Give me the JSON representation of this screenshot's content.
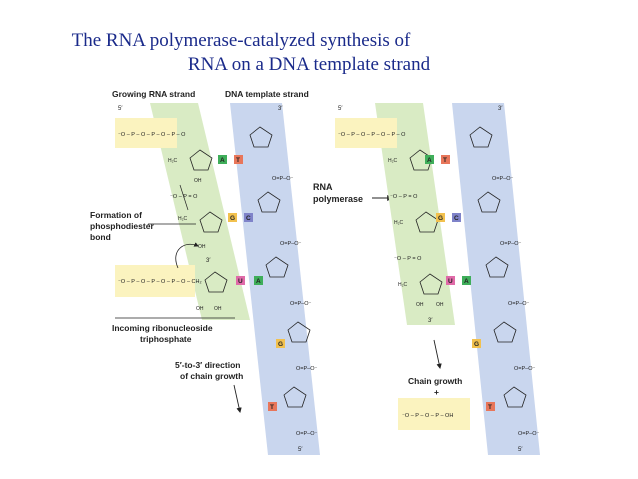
{
  "title": {
    "line1": "The RNA polymerase-catalyzed synthesis of",
    "line2": "RNA on a DNA template strand"
  },
  "labels": {
    "growing_rna": "Growing RNA strand",
    "dna_template": "DNA template strand",
    "formation_1": "Formation of",
    "formation_2": "phosphodiester",
    "formation_3": "bond",
    "incoming_1": "Incoming ribonucleoside",
    "incoming_2": "triphosphate",
    "direction_1": "5′-to-3′ direction",
    "direction_2": "of chain growth",
    "rna_pol_1": "RNA",
    "rna_pol_2": "polymerase",
    "chain_growth_1": "Chain growth",
    "chain_growth_2": "+",
    "five_prime": "5′",
    "three_prime": "3′"
  },
  "bases_left": [
    {
      "rna": "A",
      "dna": "T"
    },
    {
      "rna": "G",
      "dna": "C"
    },
    {
      "rna": "U",
      "dna": "A"
    }
  ],
  "bases_left_dna_only": [
    "G",
    "T"
  ],
  "bases_right": [
    {
      "rna": "A",
      "dna": "T"
    },
    {
      "rna": "G",
      "dna": "C"
    },
    {
      "rna": "U",
      "dna": "A"
    }
  ],
  "bases_right_dna_only": [
    "G",
    "T"
  ],
  "colors": {
    "title": "#1a2a8a",
    "rna_band": "#d9ebc4",
    "dna_band": "#c9d6ee",
    "phosphate_box": "#fbf3bf",
    "base_A": "#3fae5a",
    "base_T": "#e8765a",
    "base_G": "#f2c14e",
    "base_C": "#7f83c9",
    "base_U": "#e06aa8"
  },
  "chem": {
    "phosphate_o": "O",
    "phosphate_ominus": "O⁻",
    "phosphate_p": "P",
    "ch2": "CH₂",
    "h2c": "H₂C",
    "oh": "OH",
    "h": "H",
    "o": "O",
    "oh_end": "OH"
  }
}
